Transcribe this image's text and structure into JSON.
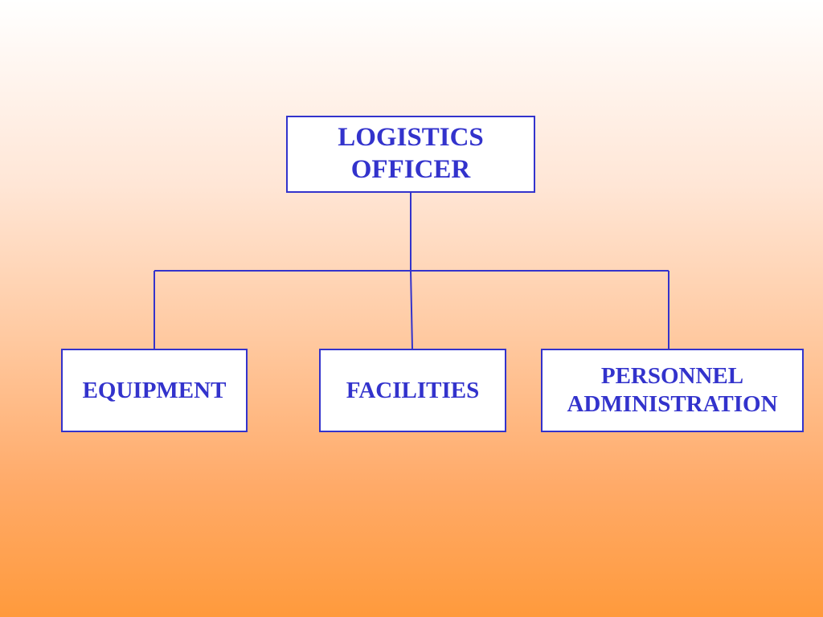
{
  "colors": {
    "line": "#3333cc",
    "text": "#3333cc",
    "box_fill": "#ffffff",
    "background_top": "#ffffff",
    "background_bottom": "#ff9a3c"
  },
  "org_chart": {
    "root": {
      "label": "LOGISTICS\nOFFICER"
    },
    "children": [
      {
        "label": "EQUIPMENT"
      },
      {
        "label": "FACILITIES"
      },
      {
        "label": "PERSONNEL\nADMINISTRATION"
      }
    ]
  }
}
